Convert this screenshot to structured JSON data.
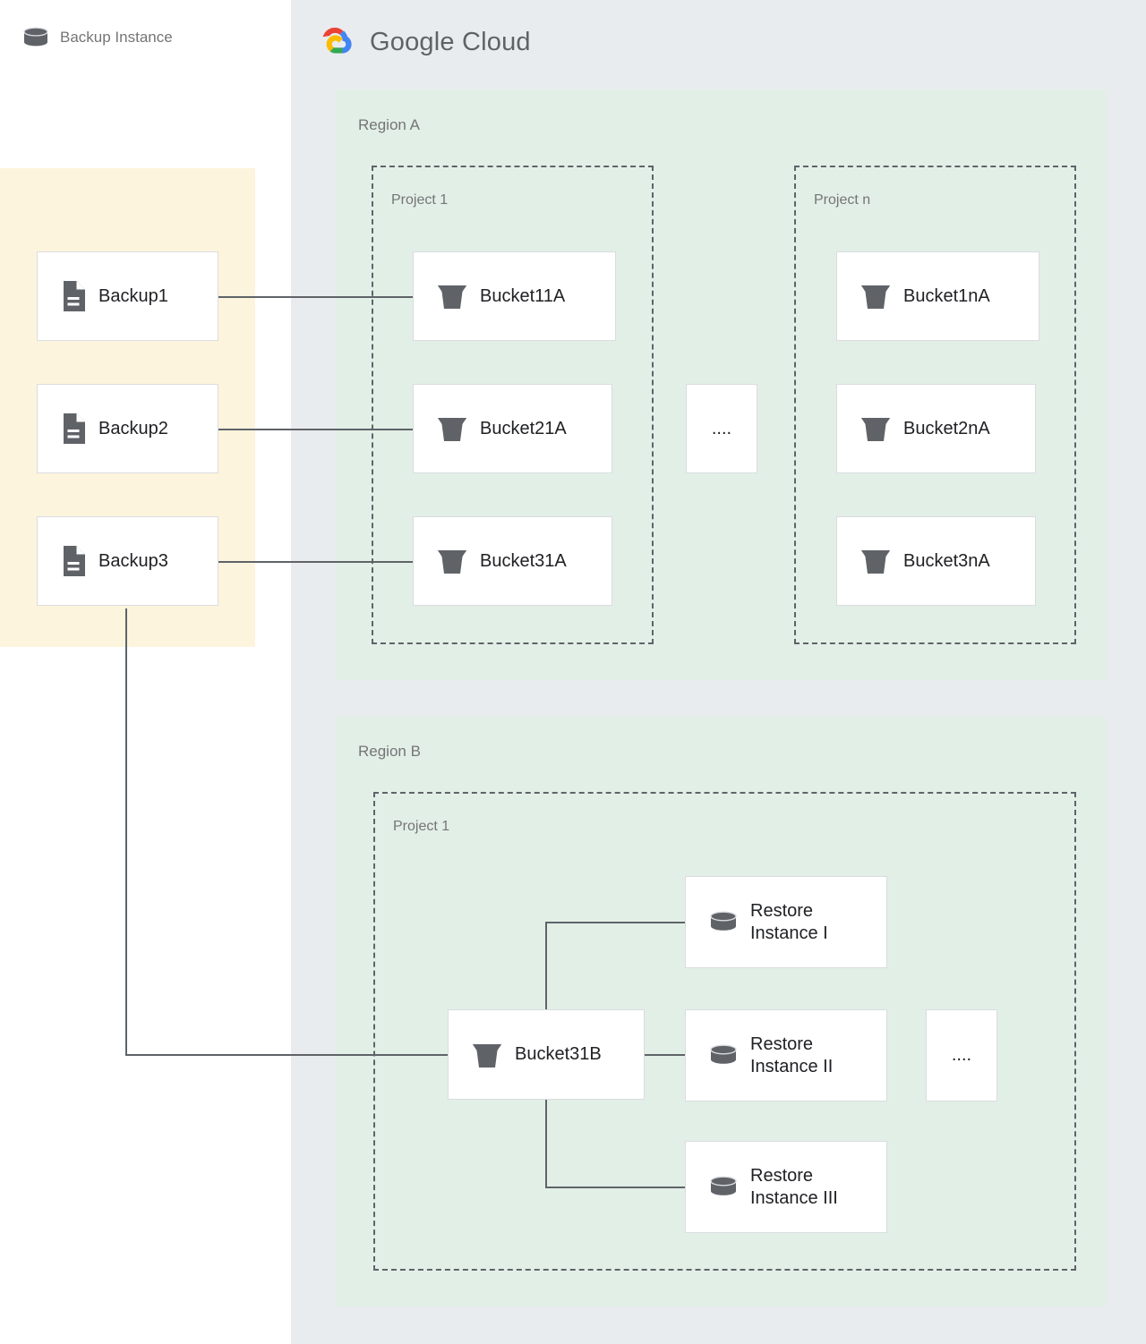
{
  "cloud": {
    "brand_name_part1": "Google",
    "brand_name_part2": "Cloud",
    "logo_colors": {
      "red": "#ea4335",
      "blue": "#4285f4",
      "yellow": "#fbbc04",
      "green": "#34a853"
    },
    "panel_color": "#e9ecef"
  },
  "backup_panel": {
    "title": "Backup Instance",
    "panel_color": "#fdf4dd",
    "items": [
      {
        "label": "Backup1"
      },
      {
        "label": "Backup2"
      },
      {
        "label": "Backup3"
      }
    ]
  },
  "regions": [
    {
      "label": "Region A",
      "color": "#e2efe7",
      "projects": [
        {
          "label": "Project 1",
          "nodes": [
            {
              "label": "Bucket11A",
              "icon": "bucket-icon"
            },
            {
              "label": "Bucket21A",
              "icon": "bucket-icon"
            },
            {
              "label": "Bucket31A",
              "icon": "bucket-icon"
            }
          ]
        },
        {
          "label": "Project n",
          "nodes": [
            {
              "label": "Bucket1nA",
              "icon": "bucket-icon"
            },
            {
              "label": "Bucket2nA",
              "icon": "bucket-icon"
            },
            {
              "label": "Bucket3nA",
              "icon": "bucket-icon"
            }
          ]
        }
      ],
      "ellipsis": "...."
    },
    {
      "label": "Region B",
      "color": "#e2efe7",
      "projects": [
        {
          "label": "Project 1",
          "nodes": [
            {
              "label": "Bucket31B",
              "icon": "bucket-icon"
            },
            {
              "label": "Restore\nInstance I",
              "icon": "database-icon"
            },
            {
              "label": "Restore\nInstance II",
              "icon": "database-icon"
            },
            {
              "label": "Restore\nInstance III",
              "icon": "database-icon"
            }
          ]
        }
      ],
      "ellipsis": "...."
    }
  ],
  "connector_color": "#5f6368"
}
